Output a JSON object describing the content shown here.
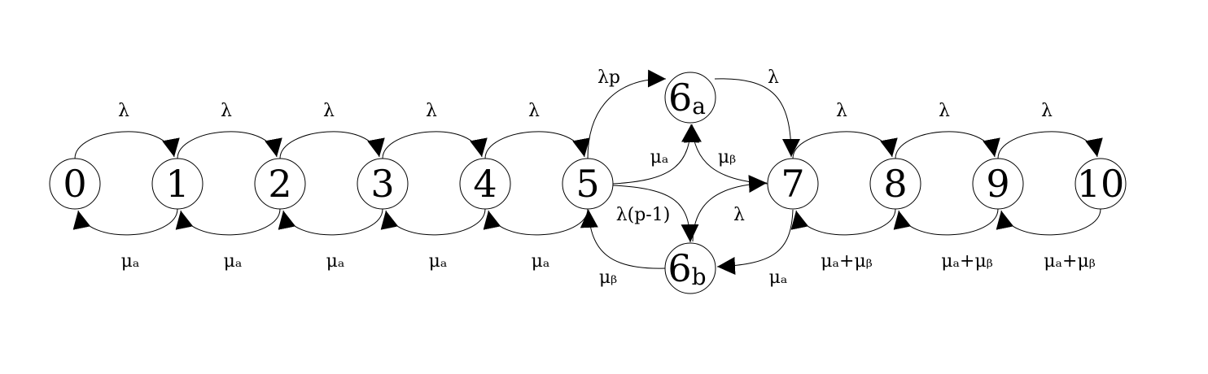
{
  "diagram": {
    "states": [
      {
        "id": "s0",
        "main": "0",
        "sub": ""
      },
      {
        "id": "s1",
        "main": "1",
        "sub": ""
      },
      {
        "id": "s2",
        "main": "2",
        "sub": ""
      },
      {
        "id": "s3",
        "main": "3",
        "sub": ""
      },
      {
        "id": "s4",
        "main": "4",
        "sub": ""
      },
      {
        "id": "s5",
        "main": "5",
        "sub": ""
      },
      {
        "id": "s6a",
        "main": "6",
        "sub": "a"
      },
      {
        "id": "s6b",
        "main": "6",
        "sub": "b"
      },
      {
        "id": "s7",
        "main": "7",
        "sub": ""
      },
      {
        "id": "s8",
        "main": "8",
        "sub": ""
      },
      {
        "id": "s9",
        "main": "9",
        "sub": ""
      },
      {
        "id": "s10",
        "main": "10",
        "sub": ""
      }
    ],
    "transitions": [
      {
        "from": "s0",
        "to": "s1",
        "label": "λ"
      },
      {
        "from": "s1",
        "to": "s2",
        "label": "λ"
      },
      {
        "from": "s2",
        "to": "s3",
        "label": "λ"
      },
      {
        "from": "s3",
        "to": "s4",
        "label": "λ"
      },
      {
        "from": "s4",
        "to": "s5",
        "label": "λ"
      },
      {
        "from": "s1",
        "to": "s0",
        "label": "μₐ"
      },
      {
        "from": "s2",
        "to": "s1",
        "label": "μₐ"
      },
      {
        "from": "s3",
        "to": "s2",
        "label": "μₐ"
      },
      {
        "from": "s4",
        "to": "s3",
        "label": "μₐ"
      },
      {
        "from": "s5",
        "to": "s4",
        "label": "μₐ"
      },
      {
        "from": "s5",
        "to": "s6a",
        "label": "λp"
      },
      {
        "from": "s6a",
        "to": "s7",
        "label": "λ"
      },
      {
        "from": "s5",
        "to": "s6a",
        "label": "μₐ"
      },
      {
        "from": "s7",
        "to": "s6a",
        "label": "μᵦ"
      },
      {
        "from": "s5",
        "to": "s6b",
        "label": "λ(p-1)"
      },
      {
        "from": "s6b",
        "to": "s7",
        "label": "λ"
      },
      {
        "from": "s6b",
        "to": "s5",
        "label": "μᵦ"
      },
      {
        "from": "s7",
        "to": "s6b",
        "label": "μₐ"
      },
      {
        "from": "s7",
        "to": "s8",
        "label": "λ"
      },
      {
        "from": "s8",
        "to": "s9",
        "label": "λ"
      },
      {
        "from": "s9",
        "to": "s10",
        "label": "λ"
      },
      {
        "from": "s8",
        "to": "s7",
        "label": "μₐ+μᵦ"
      },
      {
        "from": "s9",
        "to": "s8",
        "label": "μₐ+μᵦ"
      },
      {
        "from": "s10",
        "to": "s9",
        "label": "μₐ+μᵦ"
      }
    ]
  }
}
